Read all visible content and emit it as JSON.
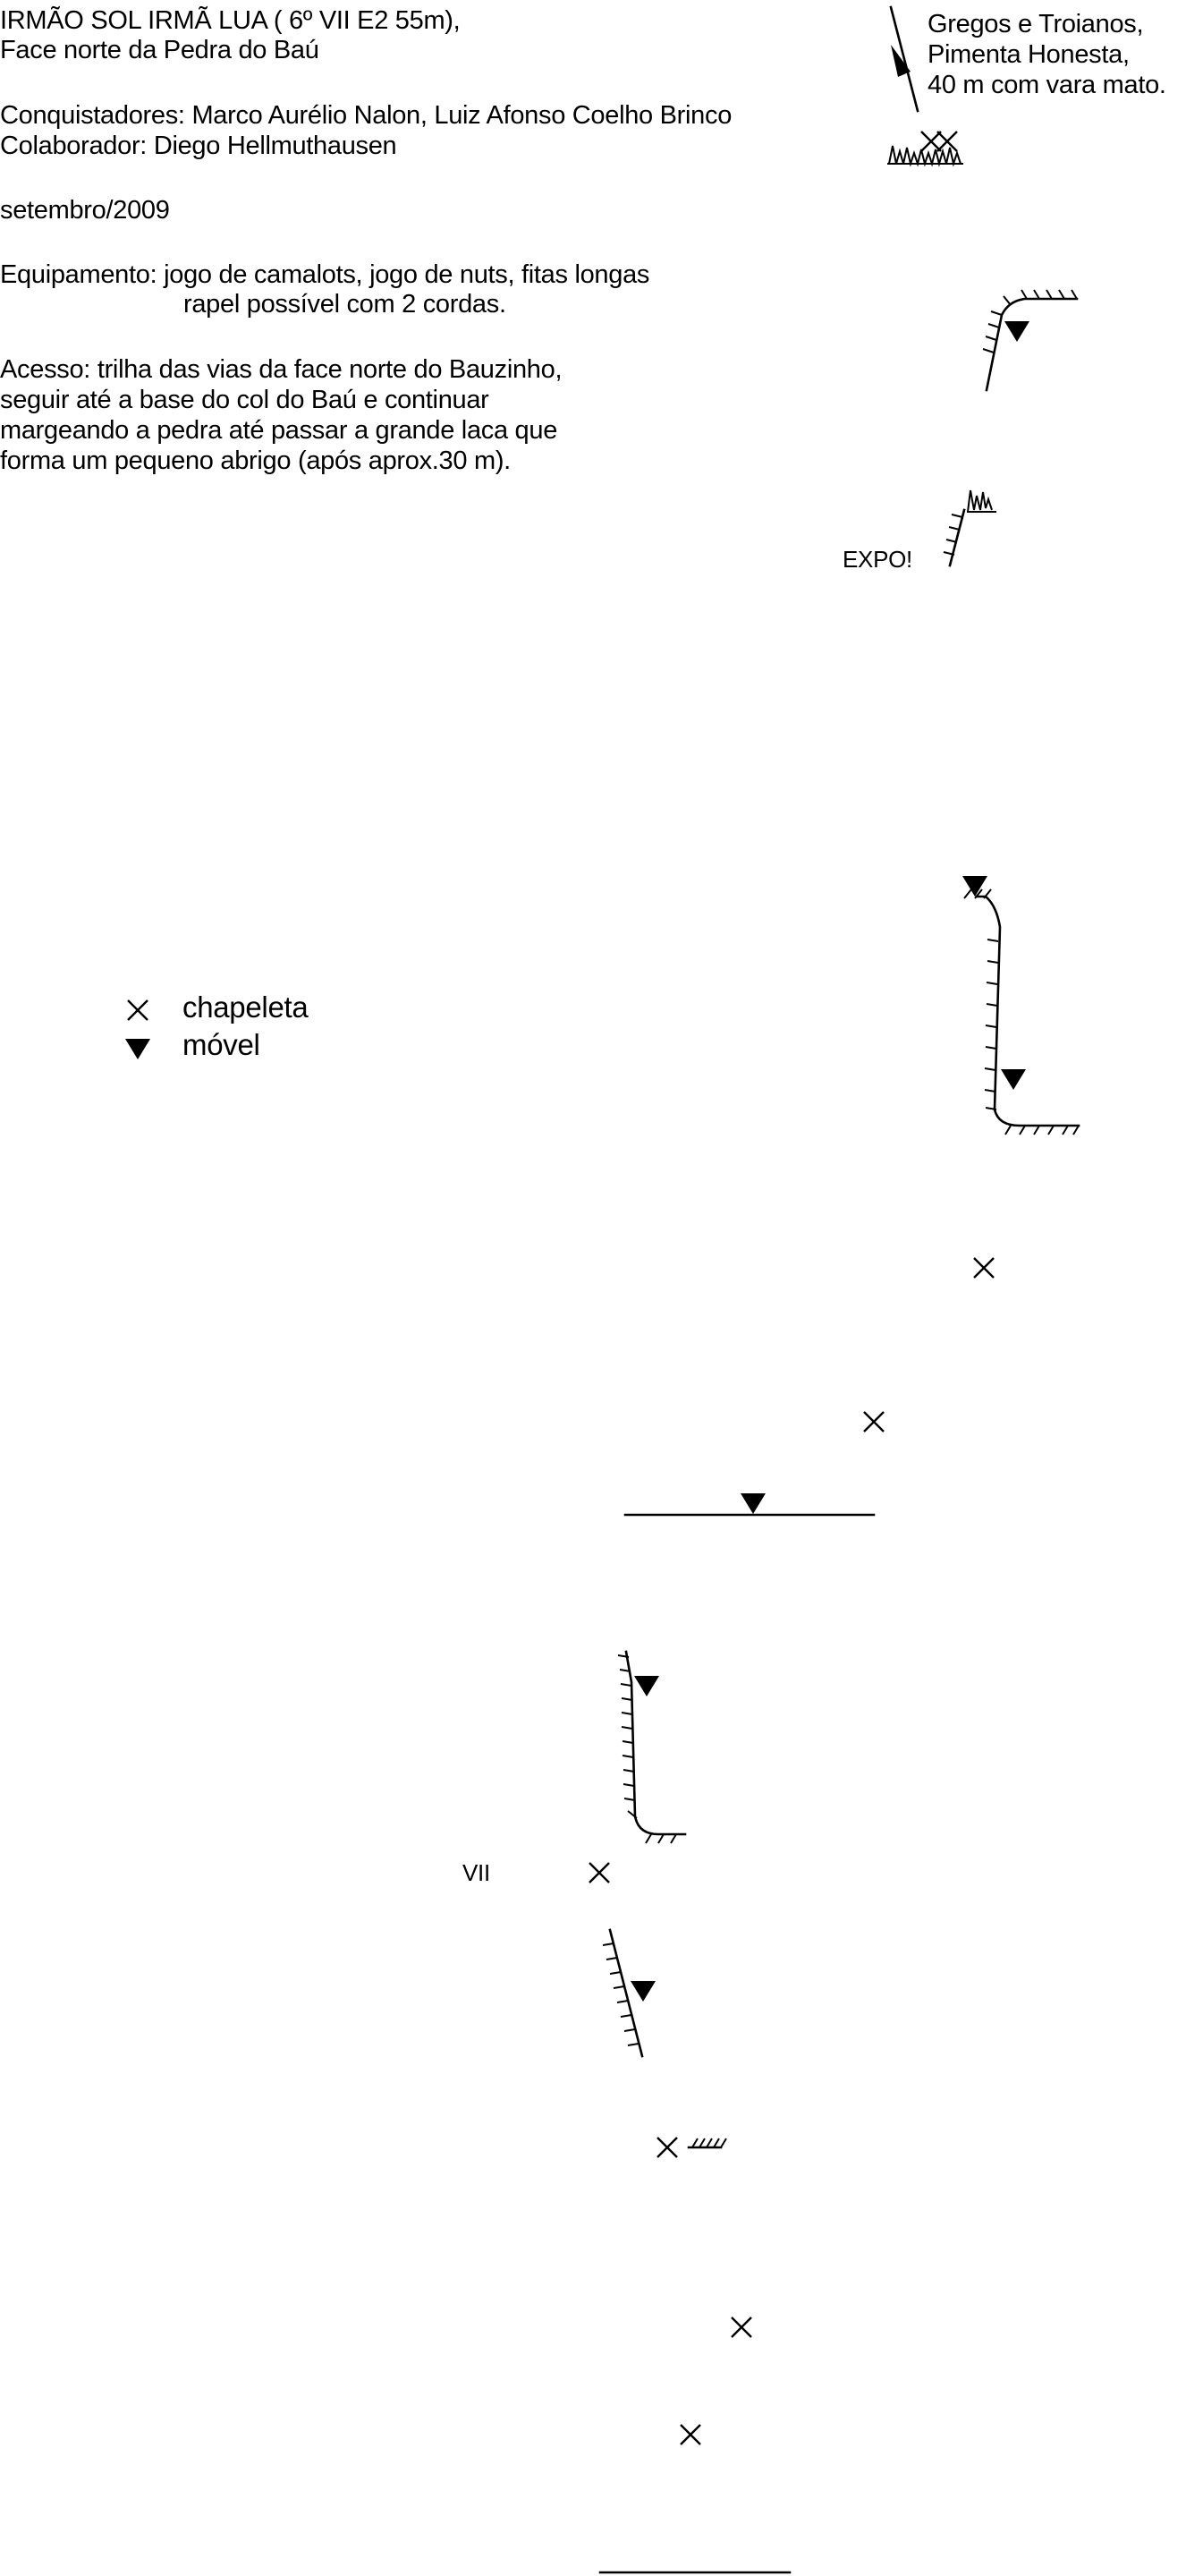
{
  "header": {
    "title_line1": "IRMÃO SOL IRMÃ LUA ( 6º  VII  E2  55m),",
    "title_line2": "Face norte da Pedra do Baú",
    "conquistadores": "Conquistadores: Marco Aurélio Nalon, Luiz Afonso Coelho Brinco",
    "colaborador": "Colaborador: Diego Hellmuthausen",
    "date": "setembro/2009",
    "equipamento_line1": "Equipamento: jogo de camalots, jogo de nuts, fitas longas",
    "equipamento_line2": "rapel possível com 2 cordas.",
    "acesso_line1": "Acesso: trilha das vias da face norte do Bauzinho,",
    "acesso_line2": "seguir até a base do col do Baú e continuar",
    "acesso_line3": "margeando a pedra até passar a grande laca que",
    "acesso_line4": "forma um pequeno abrigo (após aprox.30 m)."
  },
  "exit_note": {
    "line1": "Gregos e Troianos,",
    "line2": "Pimenta Honesta,",
    "line3": "40 m com vara mato."
  },
  "annotations": {
    "expo": "EXPO!",
    "grade_vii": "VII"
  },
  "legend": {
    "bolt_label": "chapeleta",
    "nut_label": "móvel",
    "bolt_icon": "x-bolt-icon",
    "nut_icon": "triangle-nut-icon"
  }
}
